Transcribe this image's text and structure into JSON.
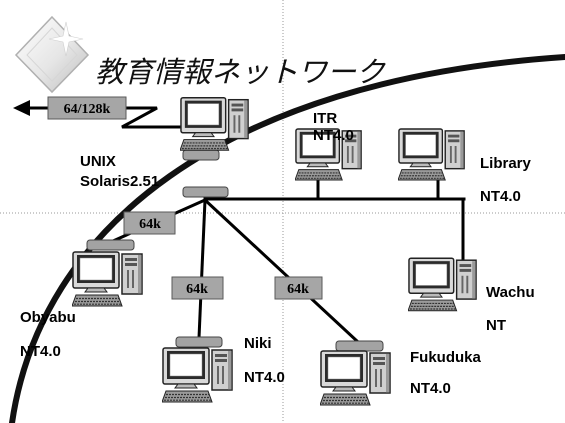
{
  "title": "教育情報ネットワーク",
  "links": {
    "wan": "64/128k",
    "to_obyabu": "64k",
    "to_niki": "64k",
    "to_fukuduka": "64k"
  },
  "nodes": {
    "unix": {
      "name": "UNIX",
      "os": "Solaris2.51",
      "icon": "desktop-computer-icon"
    },
    "itr": {
      "name": "ITR",
      "os": "NT4.0",
      "icon": "desktop-computer-icon"
    },
    "library": {
      "name": "Library",
      "os": "NT4.0",
      "icon": "desktop-computer-icon"
    },
    "obyabu": {
      "name": "Obyabu",
      "os": "NT4.0",
      "icon": "desktop-computer-icon"
    },
    "wachu": {
      "name": "Wachu",
      "os": "NT",
      "icon": "desktop-computer-icon"
    },
    "niki": {
      "name": "Niki",
      "os": "NT4.0",
      "icon": "desktop-computer-icon"
    },
    "fukuduka": {
      "name": "Fukuduka",
      "os": "NT4.0",
      "icon": "desktop-computer-icon"
    }
  },
  "icons": {
    "logo": "diamond-sparkle-logo",
    "external_link": "arrow-left-icon"
  },
  "colors": {
    "background": "#ffffff",
    "wire": "#000000",
    "label_box": "#a6a6a6",
    "arc": "#111111",
    "guide": "#9a9a9a"
  }
}
